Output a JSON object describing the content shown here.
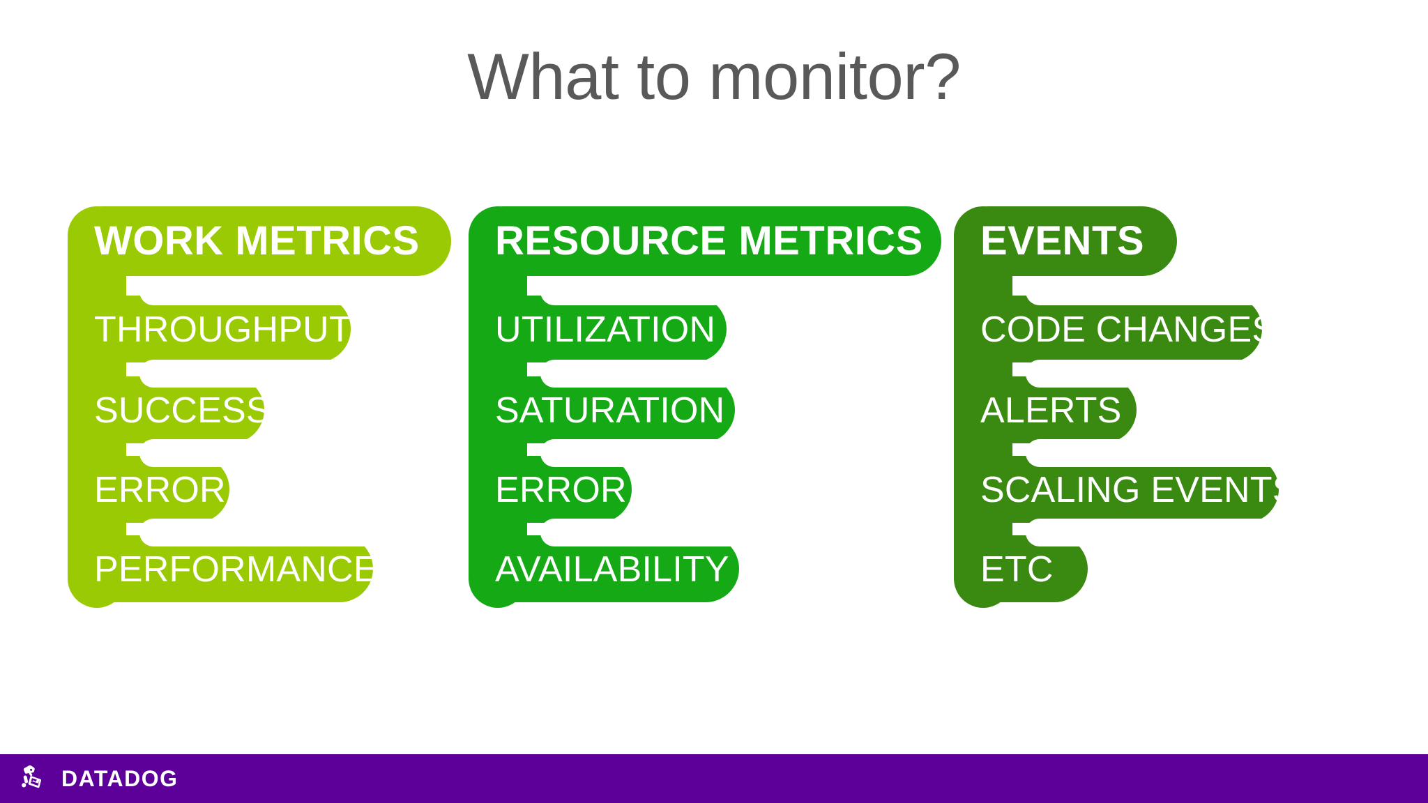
{
  "slide": {
    "title": "What to monitor?",
    "background": "#FFFFFF",
    "title_color": "#595959"
  },
  "columns": [
    {
      "id": "work-metrics",
      "header": "WORK METRICS",
      "color": "#9ACA04",
      "items": [
        "THROUGHPUT",
        "SUCCESS",
        "ERROR",
        "PERFORMANCE"
      ]
    },
    {
      "id": "resource-metrics",
      "header": "RESOURCE METRICS",
      "color": "#15AA15",
      "items": [
        "UTILIZATION",
        "SATURATION",
        "ERROR",
        "AVAILABILITY"
      ]
    },
    {
      "id": "events",
      "header": "EVENTS",
      "color": "#3A8A12",
      "items": [
        "CODE CHANGES",
        "ALERTS",
        "SCALING EVENTS",
        "ETC"
      ]
    }
  ],
  "footer": {
    "brand": "DATADOG",
    "bar_color": "#5C0099",
    "logo_icon": "datadog-dog-icon"
  }
}
